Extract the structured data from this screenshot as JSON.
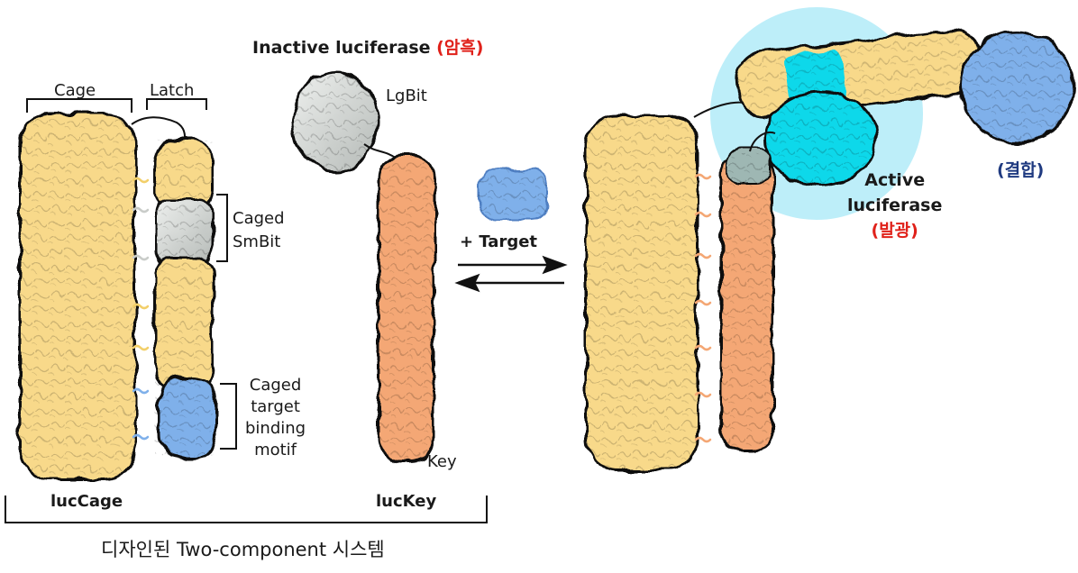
{
  "labels": {
    "cage": "Cage",
    "latch": "Latch",
    "caged_smbit": [
      "Caged",
      "SmBit"
    ],
    "caged_target": [
      "Caged",
      "target",
      "binding",
      "motif"
    ],
    "luccage": "lucCage",
    "luckey": "lucKey",
    "lgbit": "LgBit",
    "key": "Key",
    "inactive": "Inactive luciferase ",
    "inactive_ko": "(암흑)",
    "target": "+ Target",
    "active": [
      "Active",
      "luciferase"
    ],
    "active_ko": "(발광)",
    "bind_ko": "(결합)",
    "caption": "디자인된 Two-component 시스템"
  },
  "colors": {
    "yellow": "#f8d98a",
    "yellow_dark": "#e9c465",
    "orange": "#f4a774",
    "orange_dark": "#e48a52",
    "blue": "#7fb0ea",
    "blue_dark": "#5a8fd3",
    "gray": "#d5d8d6",
    "gray_dark": "#a9aeab",
    "cyan": "#11d8ea",
    "halo": "#bdeef9",
    "red": "#e0211a",
    "navy": "#1f3a80"
  }
}
